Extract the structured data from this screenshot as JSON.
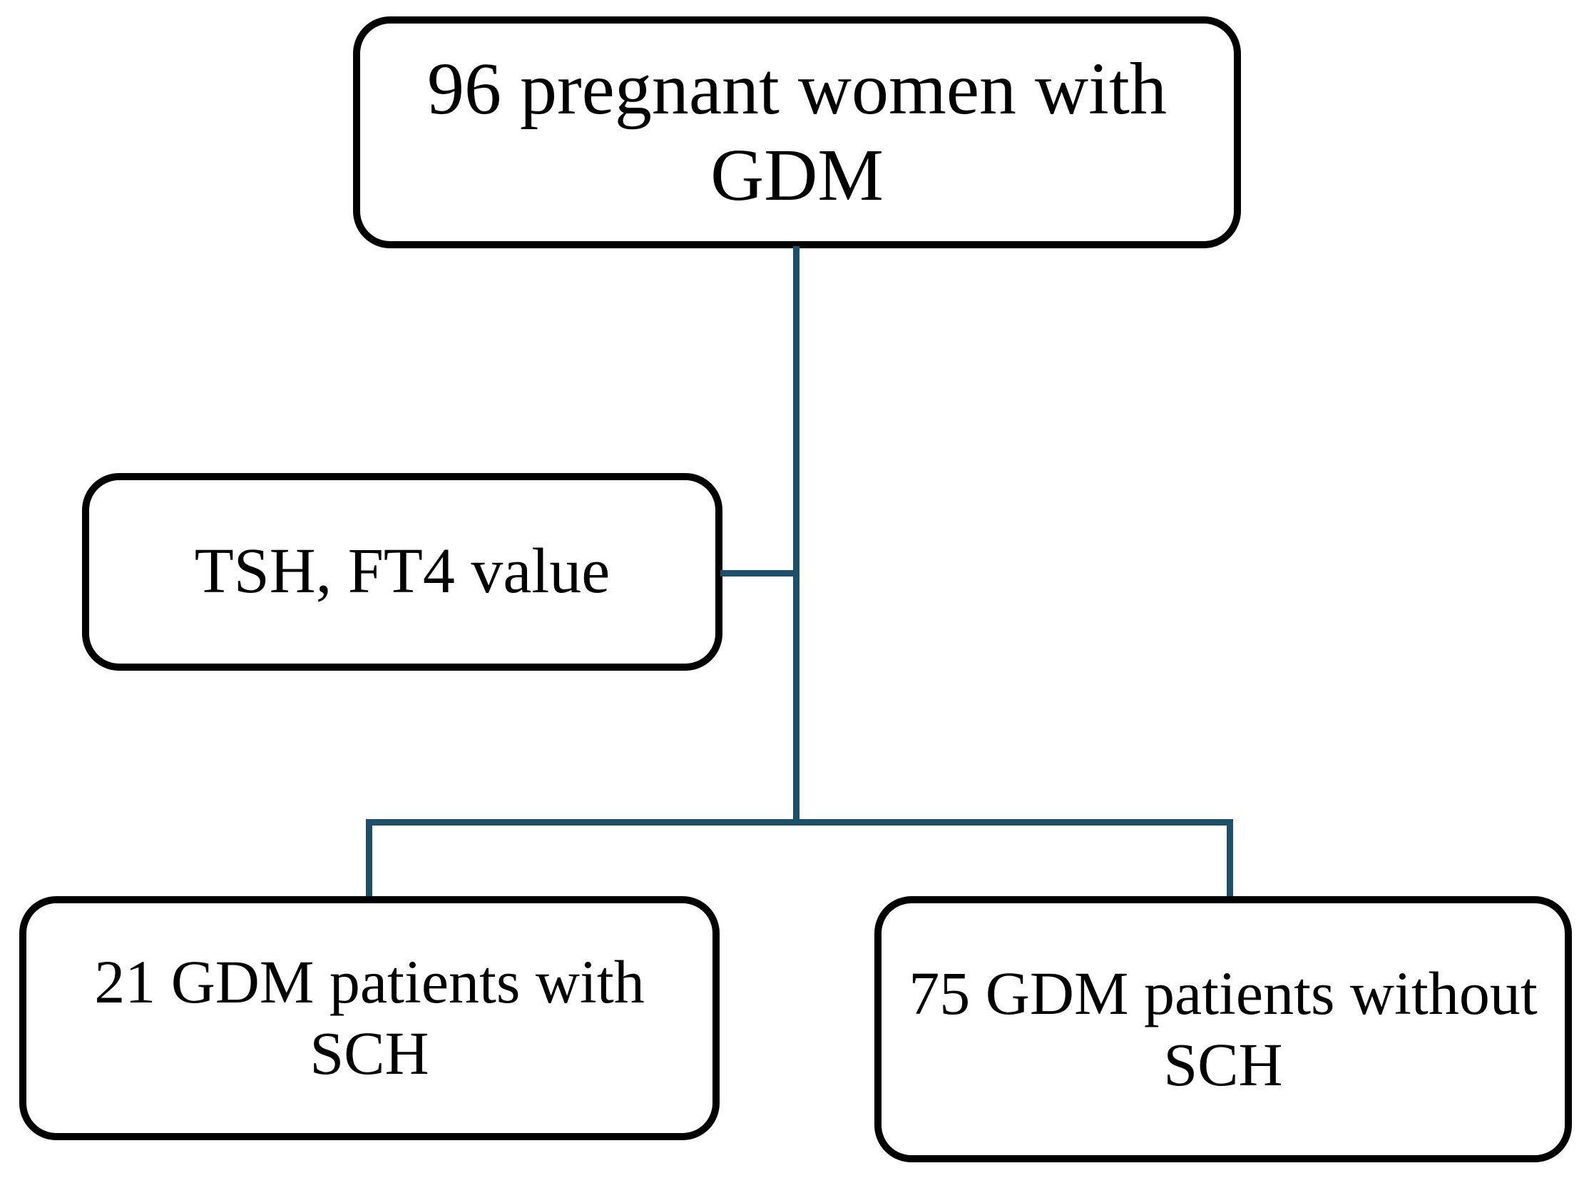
{
  "flowchart": {
    "nodes": {
      "root": {
        "label": "96 pregnant women with GDM"
      },
      "measurement": {
        "label": "TSH, FT4 value"
      },
      "with_sch": {
        "label": "21 GDM patients with SCH"
      },
      "without_sch": {
        "label": "75 GDM patients without SCH"
      }
    },
    "edges": [
      {
        "from": "root",
        "to": "with_sch"
      },
      {
        "from": "root",
        "to": "without_sch"
      },
      {
        "from": "measurement",
        "to": "root"
      }
    ],
    "colors": {
      "connector": "#1b5068",
      "box_border": "#000000",
      "text": "#000000",
      "background": "#ffffff"
    }
  }
}
